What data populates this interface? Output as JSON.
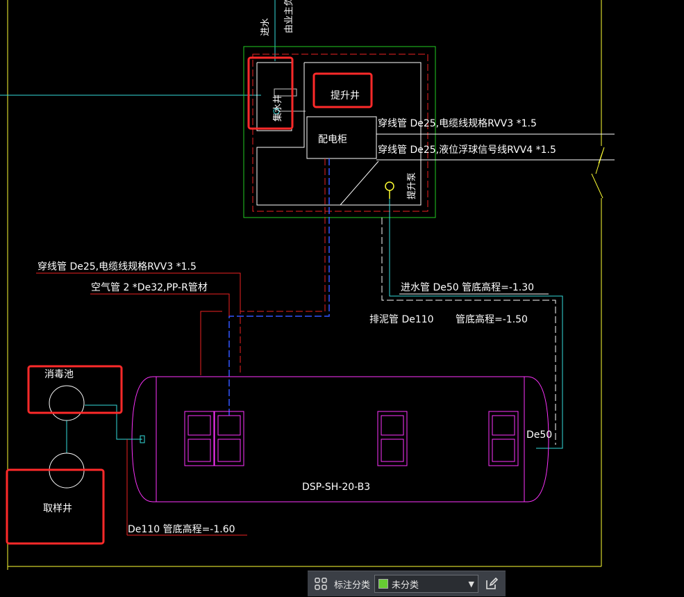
{
  "drawing": {
    "labels": {
      "inlet_vertical": "进水",
      "from_main": "由业主负",
      "drain_well": "集水井",
      "lift_well": "提升井",
      "cabinet": "配电柜",
      "cable_1": "穿线管 De25,电缆线规格RVV3 *1.5",
      "cable_2": "穿线管 De25,液位浮球信号线RVV4 *1.5",
      "lift_pump": "提升泵",
      "cable_3": "穿线管 De25,电缆线规格RVV3 *1.5",
      "air_pipe": "空气管 2 *De32,PP-R管材",
      "inlet_pipe": "进水管 De50 管底高程=-1.30",
      "sludge_pipe": "排泥管 De110",
      "sludge_elev": "管底高程=-1.50",
      "disinfect_pool": "消毒池",
      "sampling_well": "取样井",
      "tank_model": "DSP-SH-20-B3",
      "de50": "De50",
      "de110_outlet": "De110 管底高程=-1.60"
    },
    "colors": {
      "green": "#22cc22",
      "red": "#ee2222",
      "cyan": "#33dddd",
      "blue": "#3355ff",
      "magenta": "#ff33ff",
      "yellow": "#ffff33",
      "highlight": "#ff2a2a"
    }
  },
  "toolbar": {
    "grid_icon": "grid-icon",
    "label": "标注分类",
    "selected": "未分类",
    "edit_icon": "edit-icon"
  }
}
